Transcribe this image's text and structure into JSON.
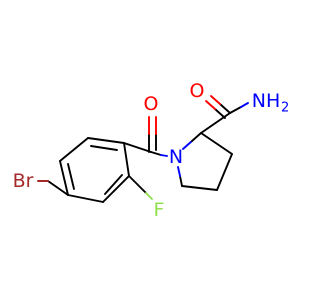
{
  "molecule": {
    "colors": {
      "bond": "#000000",
      "oxygen": "#ff0000",
      "nitrogen": "#0000ff",
      "fluorine": "#90e050",
      "bromine": "#a62929"
    },
    "labels": {
      "carbonyl_oxygen": "O",
      "amide_oxygen": "O",
      "ring_nitrogen": "N",
      "amide_nitrogen": "NH",
      "amide_h_subscript": "2",
      "fluorine": "F",
      "bromine": "Br"
    }
  }
}
